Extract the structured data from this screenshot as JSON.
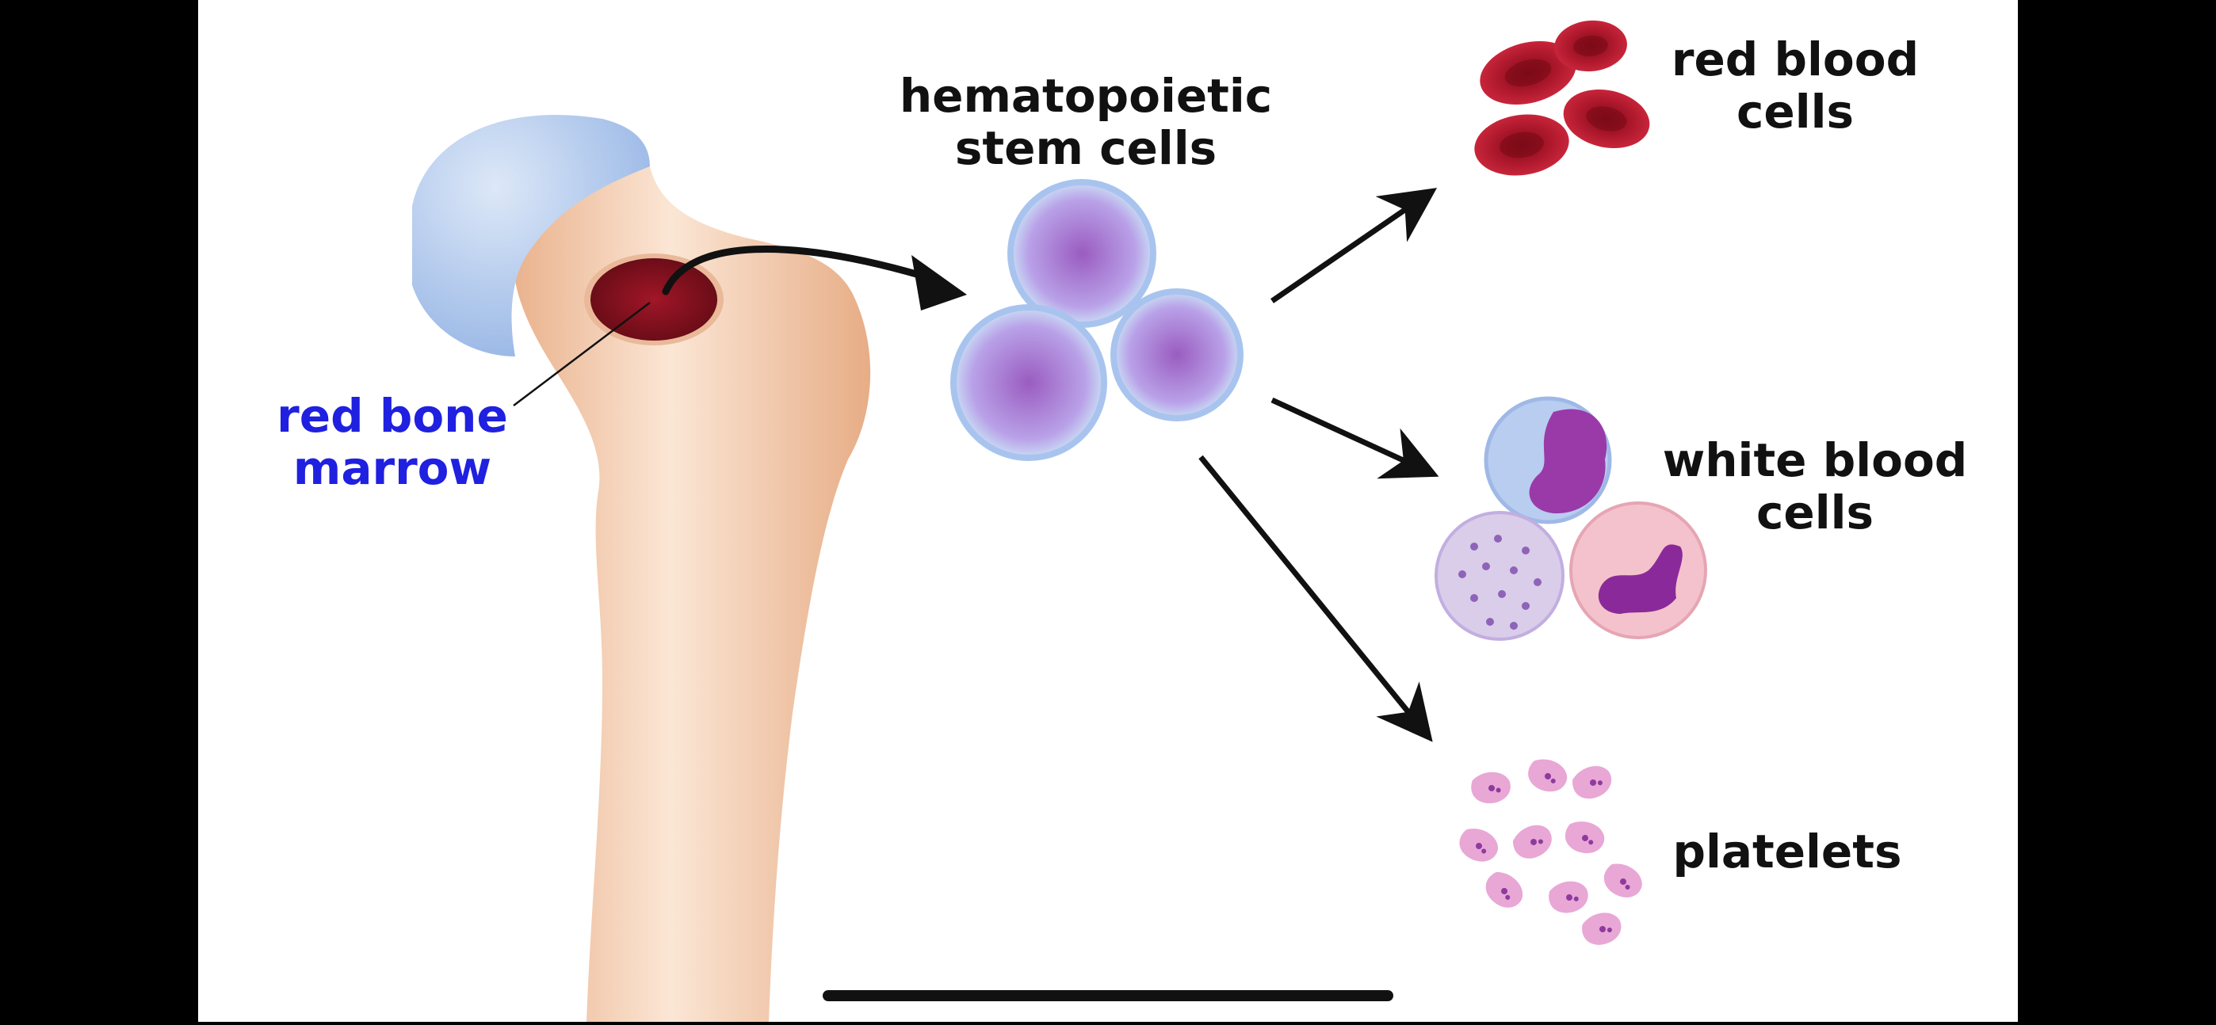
{
  "labels": {
    "red_bone_marrow": [
      "red bone",
      "marrow"
    ],
    "hematopoietic_stem_cells": [
      "hematopoietic",
      "stem cells"
    ],
    "red_blood_cells": [
      "red blood",
      "cells"
    ],
    "white_blood_cells": [
      "white blood",
      "cells"
    ],
    "platelets": "platelets"
  },
  "colors": {
    "background": "#ffffff",
    "letterbox": "#000000",
    "bone": "#f2c9a8",
    "cartilage": "#a9c3ea",
    "marrow": "#8e1420",
    "stem_cell": "#b48fd6",
    "red_blood_cell": "#b8182a",
    "platelet": "#e6a6d2",
    "label_highlight": "#2020e0",
    "label_text": "#111111"
  }
}
